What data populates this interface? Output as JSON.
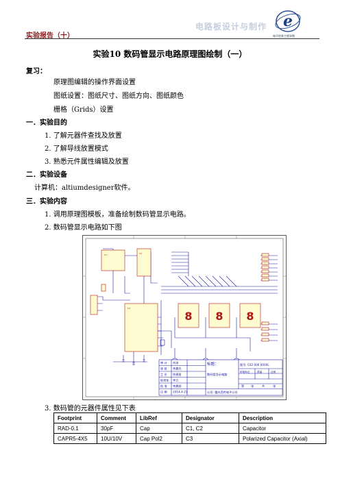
{
  "header": {
    "left": "实验报告（十）",
    "right": "电路板设计与制作",
    "logo_caption": "电子信息工程学院"
  },
  "title": "实验10   数码管显示电路原理图绘制（一）",
  "review": {
    "heading": "复习：",
    "lines": [
      "原理图编辑的操作界面设置",
      "图纸设置：图纸尺寸、图纸方向、图纸颜色",
      "栅格（Grids）设置"
    ]
  },
  "purpose": {
    "heading": "一．实验目的",
    "items": [
      "1.  了解元器件查找及放置",
      "2.  了解导线放置模式",
      "3.  熟悉元件属性编辑及放置"
    ]
  },
  "equipment": {
    "heading": "二．实验设备",
    "text": "计算机：altiumdesigner软件。"
  },
  "content": {
    "heading": "三．实验内容",
    "items": [
      "1.  调用原理图模板，准备绘制数码管显示电路。",
      "2.  数码管显示电路如下图"
    ],
    "item3": "3.  数码管的元器件属性见下表"
  },
  "schematic": {
    "title_block": {
      "label_title": "标题：",
      "title_value": "数码管显示电路",
      "drawing_no": "图号: 032 006 0000L",
      "company": "公司: 重庆西传电子公司",
      "rows": [
        [
          "审 计",
          "刘琼"
        ],
        [
          "审 核",
          "李晨光"
        ],
        [
          "工 艺",
          "徐建昌"
        ],
        [
          "标准化",
          "李方"
        ],
        [
          "批 准",
          "李晨斌"
        ],
        [
          "日 期",
          "2014-4-21"
        ]
      ],
      "right_labels": [
        "阶段标记",
        "质量",
        "比例"
      ],
      "sheet_labels": [
        "第",
        "张",
        "共",
        "张"
      ]
    }
  },
  "table": {
    "headers": [
      "Footprint",
      "Comment",
      "LibRef",
      "Designator",
      "Description"
    ],
    "rows": [
      [
        "RAD-0.1",
        "30pF",
        "Cap",
        "C1, C2",
        "Capacitor"
      ],
      [
        "CAPR5-4X5",
        "10U/10V",
        "Cap Pol2",
        "C3",
        "Polarized Capacitor (Axial)"
      ]
    ]
  },
  "colors": {
    "header_text": "#8a1f1f",
    "header_watermark": "#c6cfe0",
    "schematic_blue": "#1a1aa8",
    "schematic_red": "#b01616",
    "component_fill": "#fffbd0"
  }
}
